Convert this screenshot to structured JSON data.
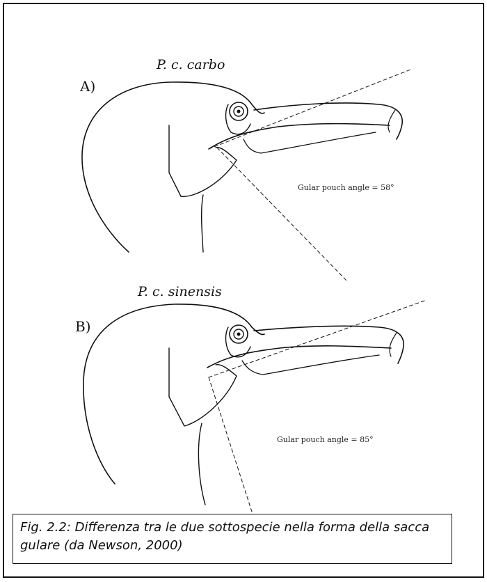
{
  "figure": {
    "panel_a": {
      "label": "A)",
      "title": "P. c. carbo",
      "angle_text": "Gular pouch angle = 58°"
    },
    "panel_b": {
      "label": "B)",
      "title": "P. c. sinensis",
      "angle_text": "Gular pouch angle = 85°"
    },
    "caption": "Fig. 2.2: Differenza tra le due sottospecie nella forma della sacca gulare (da Newson, 2000)"
  }
}
